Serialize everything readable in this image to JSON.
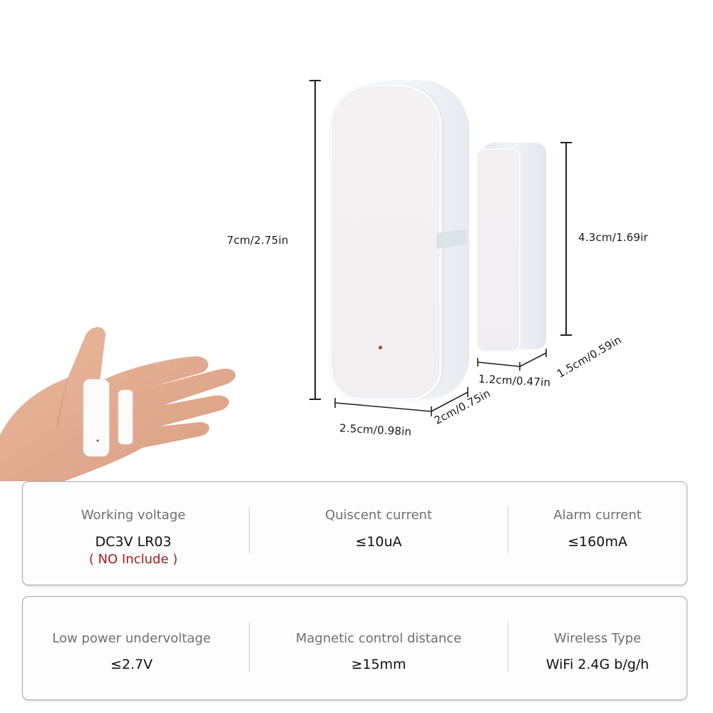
{
  "product": {
    "main_sensor": {
      "led_color": "#b4402a"
    },
    "dimensions": {
      "main_height": "7cm/2.75in",
      "main_width": "2.5cm/0.98in",
      "main_depth": "2cm/0.75in",
      "magnet_height": "4.3cm/1.69ir",
      "magnet_width": "1.2cm/0.47in",
      "magnet_depth": "1.5cm/0.59in"
    }
  },
  "specs": {
    "row1": [
      {
        "label": "Working voltage",
        "value": "DC3V LR03",
        "note": "( NO Include )"
      },
      {
        "label": "Quiscent current",
        "value": "≤10uA"
      },
      {
        "label": "Alarm current",
        "value": "≤160mA"
      }
    ],
    "row2": [
      {
        "label": "Low power undervoltage",
        "value": "≤2.7V"
      },
      {
        "label": "Magnetic control distance",
        "value": "≥15mm"
      },
      {
        "label": "Wireless Type",
        "value": "WiFi 2.4G b/g/h"
      }
    ]
  },
  "colors": {
    "note_red": "#a11f1a",
    "label_gray": "#707070",
    "card_border": "#a9a9ad"
  }
}
